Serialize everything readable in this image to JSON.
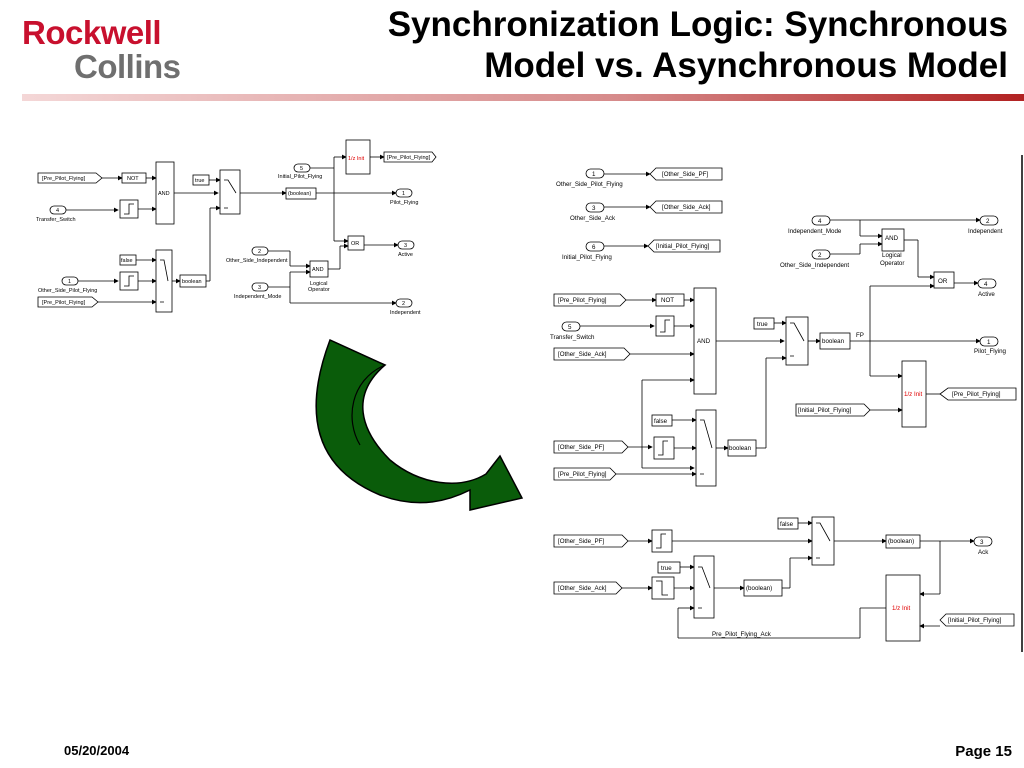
{
  "logo": {
    "line1": "Rockwell",
    "line2": "Collins"
  },
  "title": {
    "line1": "Synchronization Logic: Synchronous",
    "line2": "Model vs. Asynchronous Model"
  },
  "footer": {
    "date": "05/20/2004",
    "page": "Page 15"
  },
  "colors": {
    "brand_red": "#c8102e",
    "logo_gray": "#6f6f6f",
    "arrow_green": "#0a5c0a",
    "init_red": "#e00000"
  },
  "sync_model": {
    "goto_pre_pilot": "[Pre_Pilot_Flying]",
    "not": "NOT",
    "in4_num": "4",
    "in4_name": "Transfer_Switch",
    "and": "AND",
    "true": "true",
    "false": "false",
    "in1_num": "1",
    "in1_name": "Other_Side_Pilot_Flying",
    "from_pre_pilot": "[Pre_Pilot_Flying]",
    "boolean": "boolean",
    "boolean_paren": "(boolean)",
    "in5_num": "5",
    "in5_name": "Initial_Pilot_Flying",
    "unit_delay": "1/z Init",
    "goto_pre_pilot2": "[Pre_Pilot_Flying]",
    "out1_num": "1",
    "out1_name": "Pilot_Flying",
    "or": "OR",
    "out3_num": "3",
    "out3_name": "Active",
    "in2_num": "2",
    "in2_name": "Other_Side_Independent",
    "and2": "AND",
    "logical": "Logical",
    "operator": "Operator",
    "in3_num": "3",
    "in3_name": "Independent_Mode",
    "out2_num": "2",
    "out2_name": "Independent"
  },
  "async_model": {
    "in1_num": "1",
    "in1_name": "Other_Side_Pilot_Flying",
    "goto_other_pf": "[Other_Side_PF]",
    "in3_num": "3",
    "in3_name": "Other_Side_Ack",
    "goto_other_ack": "[Other_Side_Ack]",
    "in6_num": "6",
    "in6_name": "Initial_Pilot_Flying",
    "goto_initial_pf": "[Initial_Pilot_Flying]",
    "in4_num": "4",
    "in4_name": "Independent_Mode",
    "in2_num": "2",
    "in2_name": "Other_Side_Independent",
    "and_small": "AND",
    "logical": "Logical",
    "operator": "Operator",
    "out2_num": "2",
    "out2_name": "Independent",
    "or": "OR",
    "out4_num": "4",
    "out4_name": "Active",
    "from_pre_pilot": "[Pre_Pilot_Flying]",
    "not": "NOT",
    "in5_num": "5",
    "in5_name": "Transfer_Switch",
    "from_other_ack": "[Other_Side_Ack]",
    "and_big": "AND",
    "true": "true",
    "boolean": "boolean",
    "fp": "FP",
    "out1_num": "1",
    "out1_name": "Pilot_Flying",
    "unit_delay": "1/z Init",
    "goto_pre_pilot": "[Pre_Pilot_Flying]",
    "from_initial_pf": "[Initial_Pilot_Flying]",
    "false": "false",
    "from_other_pf": "[Other_Side_PF]",
    "boolean2": "boolean",
    "from_pre_pilot2": "[Pre_Pilot_Flying]",
    "from_other_pf2": "[Other_Side_PF]",
    "false2": "false",
    "boolean_paren": "(boolean)",
    "out3_num": "3",
    "out3_name": "Ack",
    "true2": "true",
    "from_other_ack2": "[Other_Side_Ack]",
    "boolean_paren2": "(boolean)",
    "unit_delay2": "1/z Init",
    "from_initial_pf2": "[Initial_Pilot_Flying]",
    "pre_ack": "Pre_Pilot_Flying_Ack"
  }
}
